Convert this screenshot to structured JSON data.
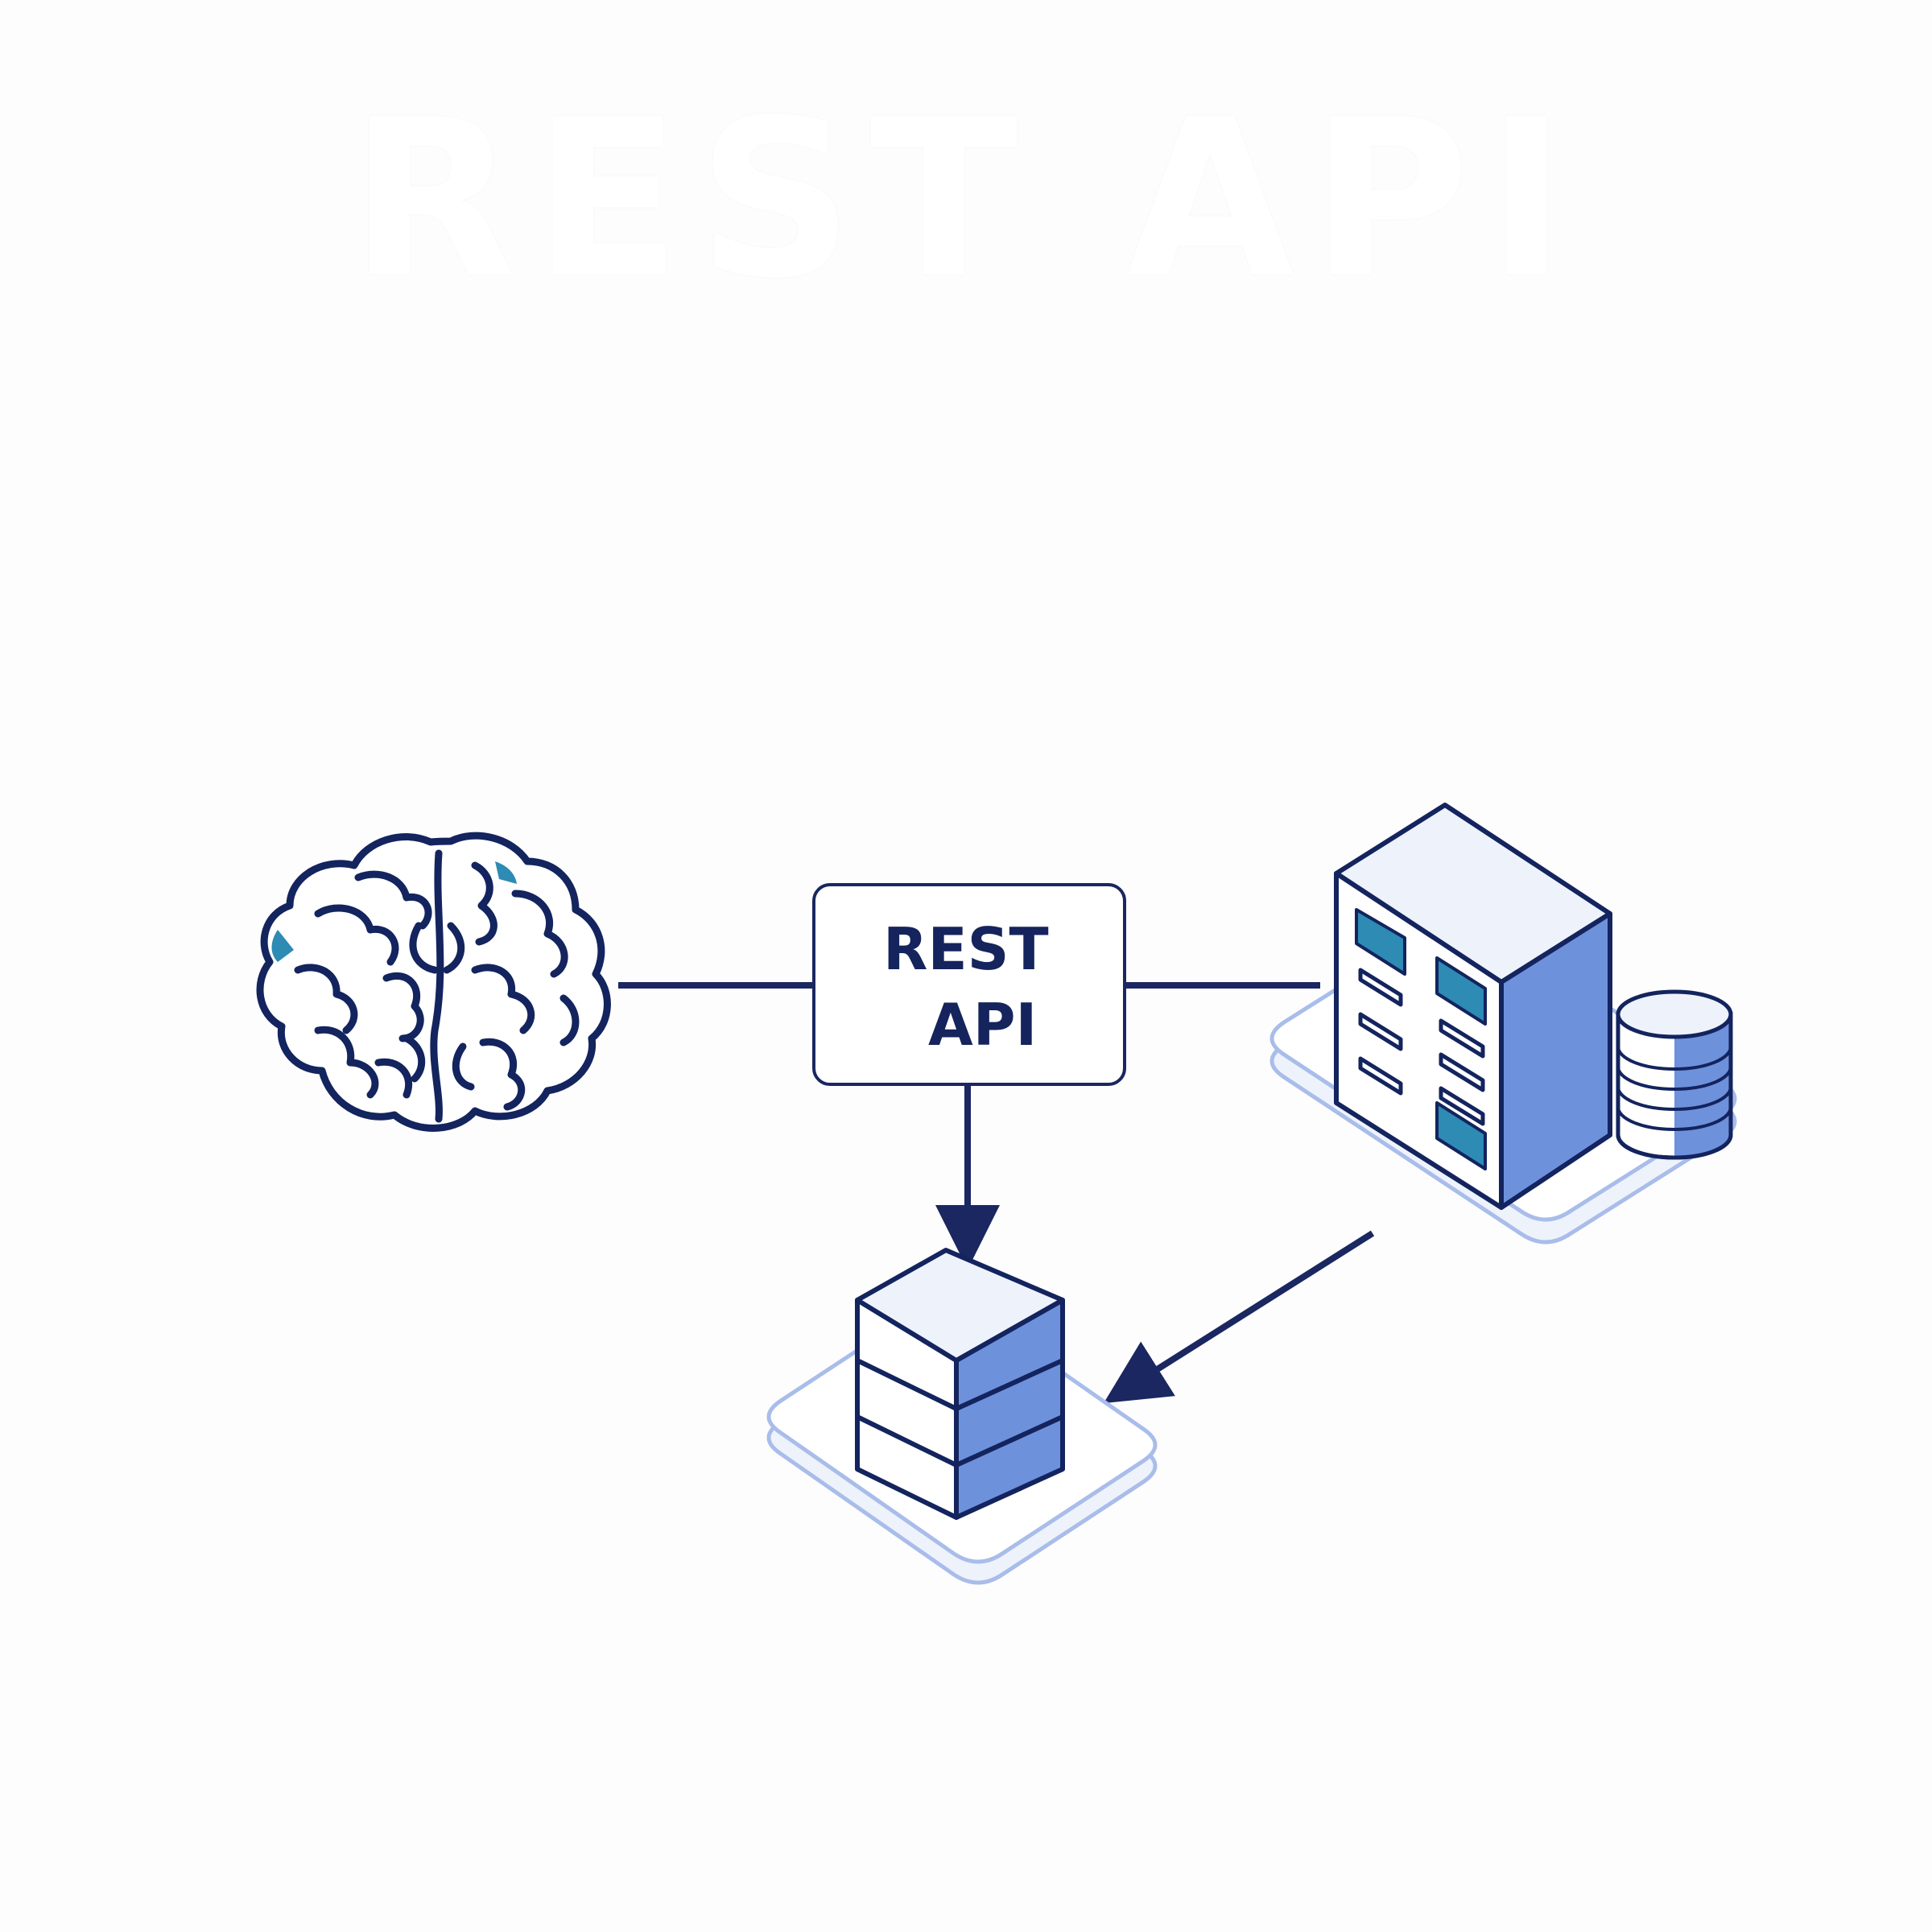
{
  "title": "REST API",
  "api_box": {
    "line1": "REST",
    "line2": "API"
  },
  "nodes": [
    {
      "id": "client",
      "icon": "brain-icon"
    },
    {
      "id": "api",
      "icon": "rest-api-box"
    },
    {
      "id": "server",
      "icon": "server-rack-icon"
    },
    {
      "id": "database",
      "icon": "database-icon"
    }
  ],
  "edges": [
    {
      "from": "client",
      "to": "api",
      "arrow": false
    },
    {
      "from": "api",
      "to": "server",
      "arrow": false
    },
    {
      "from": "api",
      "to": "database",
      "arrow": true
    },
    {
      "from": "server",
      "to": "database",
      "arrow": true
    }
  ],
  "colors": {
    "navy": "#1a2760",
    "accent_blue": "#6e91dc",
    "light_blue": "#dfe7f8",
    "teal": "#2d8bb4",
    "platform_edge": "#a9bdea",
    "background": "#fefdfe"
  }
}
